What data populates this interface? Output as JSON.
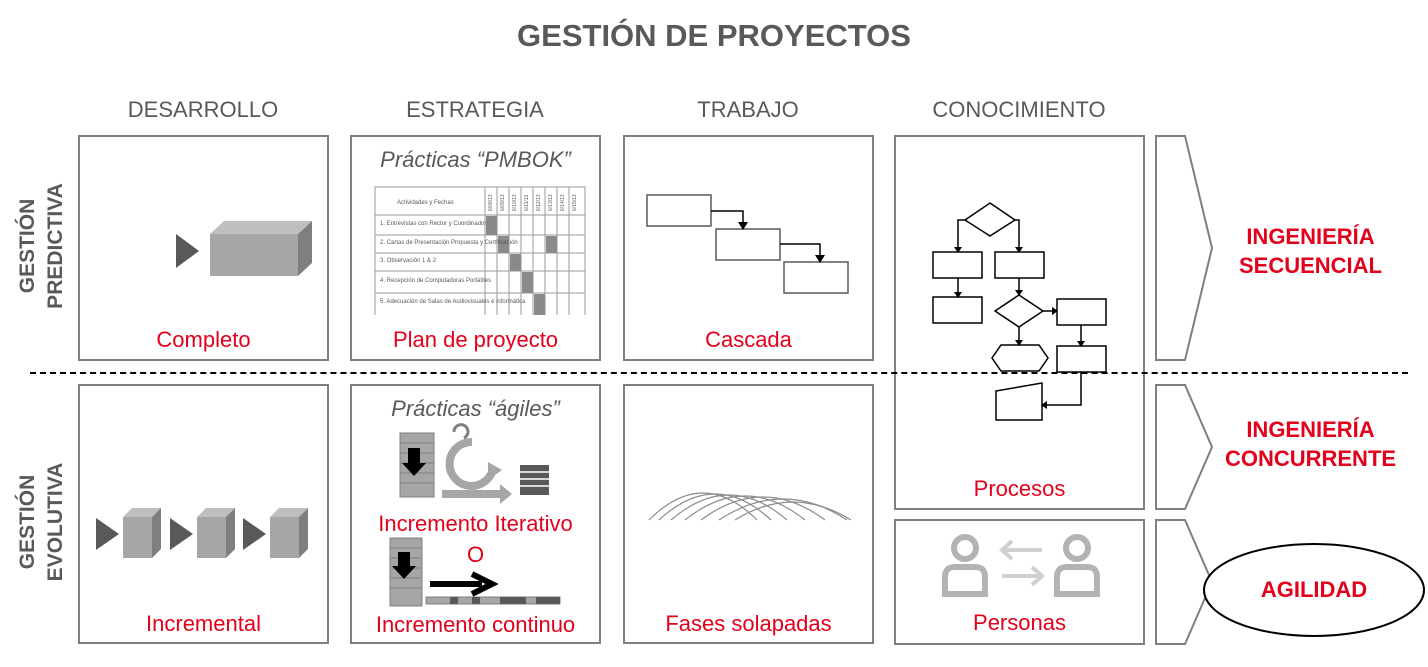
{
  "title": "GESTIÓN DE PROYECTOS",
  "columns": {
    "desarrollo": "DESARROLLO",
    "estrategia": "ESTRATEGIA",
    "trabajo": "TRABAJO",
    "conocimiento": "CONOCIMIENTO"
  },
  "rows": {
    "predictiva": {
      "line1": "GESTIÓN",
      "line2": "PREDICTIVA"
    },
    "evolutiva": {
      "line1": "GESTIÓN",
      "line2": "EVOLUTIVA"
    }
  },
  "cells": {
    "completo": "Completo",
    "plan": "Plan de proyecto",
    "practicas_pmbok": "Prácticas “PMBOK”",
    "cascada": "Cascada",
    "procesos": "Procesos",
    "incremental": "Incremental",
    "practicas_agiles": "Prácticas “ágiles”",
    "incremento_iterativo": "Incremento Iterativo",
    "o": "O",
    "incremento_continuo": "Incremento continuo",
    "fases": "Fases solapadas",
    "personas": "Personas"
  },
  "gantt": {
    "header": "Actividades y Fechas",
    "rows": [
      "1. Entrevistas con Rector y Coordinador",
      "2. Cartas de Presentación Propuesta y Certificación",
      "3. Observación 1 & 2",
      "4. Recepción de Computadoras Portátiles",
      "5. Adecuación de Salas de Audiovisuales e informática"
    ],
    "dates": [
      "6/08/13",
      "6/09/13",
      "6/10/13",
      "6/11/13",
      "6/12/13",
      "6/13/13",
      "6/14/13",
      "6/15/13"
    ]
  },
  "outcomes": {
    "secuencial": {
      "line1": "INGENIERÍA",
      "line2": "SECUENCIAL"
    },
    "concurrente": {
      "line1": "INGENIERÍA",
      "line2": "CONCURRENTE"
    },
    "agilidad": "AGILIDAD"
  },
  "colors": {
    "accent": "#e3001b",
    "text": "#595959",
    "border": "#7f7f7f"
  }
}
